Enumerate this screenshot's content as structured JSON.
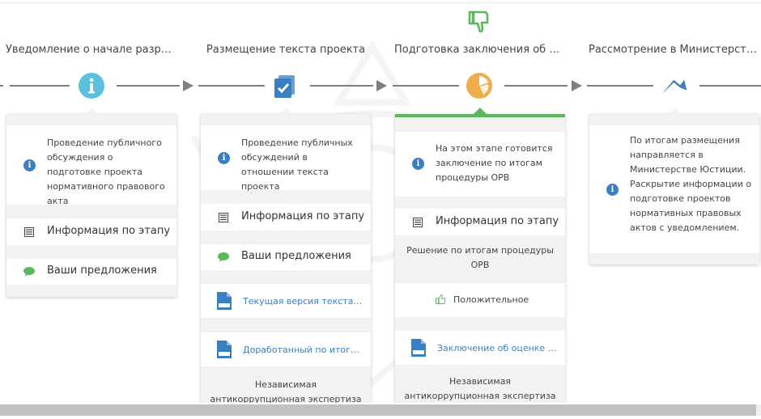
{
  "stages": [
    {
      "title": "Уведомление о начале разработки",
      "description": "Проведение публичного обсуждения о подготовке проекта нормативного правового акта",
      "info_label": "Информация по этапу",
      "proposals_label": "Ваши предложения"
    },
    {
      "title": "Размещение текста проекта",
      "description": "Проведение публичных обсуждений в отношении текста проекта",
      "info_label": "Информация по этапу",
      "proposals_label": "Ваши предложения",
      "doc1_label": "Текущая версия текста проекта",
      "doc2_label": "Доработанный по итогам обсуждения",
      "footer_label": "Независимая антикоррупционная экспертиза"
    },
    {
      "title": "Подготовка заключения об ОРВ",
      "description": "На этом этапе готовится заключение по итогам процедуры ОРВ",
      "info_label": "Информация по этапу",
      "decision_header": "Решение по итогам процедуры ОРВ",
      "decision_value": "Положительное",
      "doc1_label": "Заключение об оценке регулирующего воздействия",
      "footer_label": "Независимая антикоррупционная экспертиза"
    },
    {
      "title": "Рассмотрение в Министерстве юстиции",
      "description": "По итогам размещения направляется в Министерстве Юстиции. Раскрытие информации о подготовке проектов нормативных правовых актов с уведомлением."
    }
  ],
  "colors": {
    "info_circle": "#5bc0de",
    "doc_blue": "#3a7fc1",
    "orange": "#f0ad4e",
    "green": "#5cb85c",
    "line_gray": "#7f7f7f"
  },
  "icons": {
    "stage1": "info-circle-icon",
    "stage2": "checked-documents-icon",
    "stage3": "pie-chart-icon",
    "stage4": "arrow-up-icon",
    "current_marker": "thumbs-down-icon"
  }
}
